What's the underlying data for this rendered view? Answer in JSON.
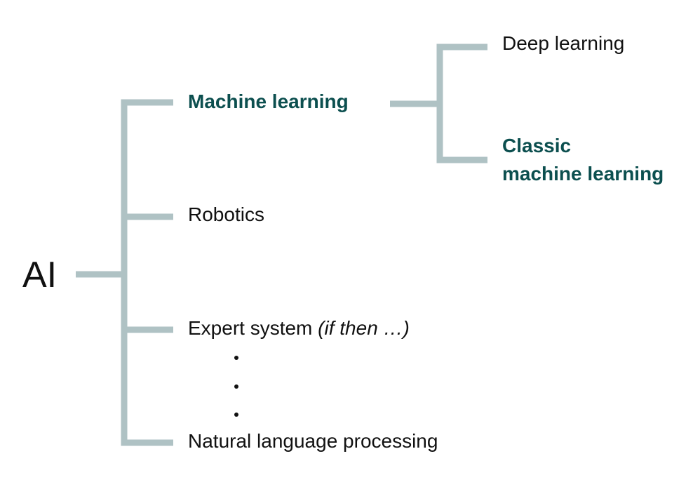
{
  "diagram": {
    "root": {
      "label": "AI"
    },
    "branches": {
      "machine_learning": {
        "label": "Machine learning",
        "children": {
          "deep_learning": {
            "label": "Deep learning"
          },
          "classic_ml": {
            "line1": "Classic",
            "line2": "machine learning"
          }
        }
      },
      "robotics": {
        "label": "Robotics"
      },
      "expert_system": {
        "label": "Expert system ",
        "note": "(if then …)"
      },
      "nlp": {
        "label": "Natural language processing"
      }
    },
    "ellipsis": {
      "dots": 3
    }
  },
  "colors": {
    "connector": "#afc2c4",
    "highlight_text": "#0c4f4f",
    "text": "#111111"
  }
}
